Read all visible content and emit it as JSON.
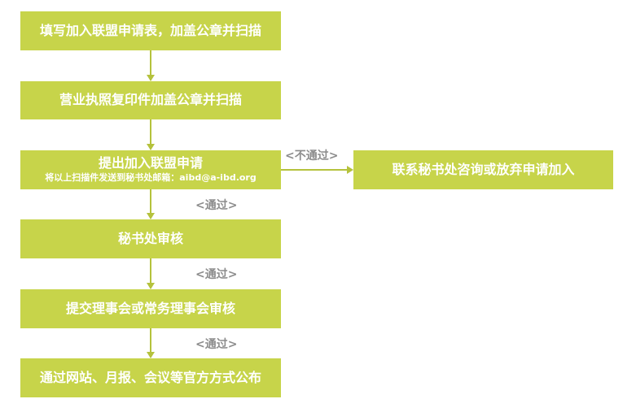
{
  "steps": [
    {
      "label": "填写加入联盟申请表，加盖公章并扫描"
    },
    {
      "label": "营业执照复印件加盖公章并扫描"
    },
    {
      "label": "提出加入联盟申请",
      "sub": "将以上扫描件发送到秘书处邮箱：aibd@a-ibd.org"
    },
    {
      "label": "秘书处审核"
    },
    {
      "label": "提交理事会或常务理事会审核"
    },
    {
      "label": "通过网站、月报、会议等官方方式公布"
    }
  ],
  "side_step": {
    "label": "联系秘书处咨询或放弃申请加入"
  },
  "edge_labels": {
    "reject": "<不通过>",
    "pass_1": "<通过>",
    "pass_2": "<通过>",
    "pass_3": "<通过>"
  },
  "colors": {
    "box": "#c7d44a",
    "line": "#b5c23c",
    "label": "#8c8c8c"
  }
}
